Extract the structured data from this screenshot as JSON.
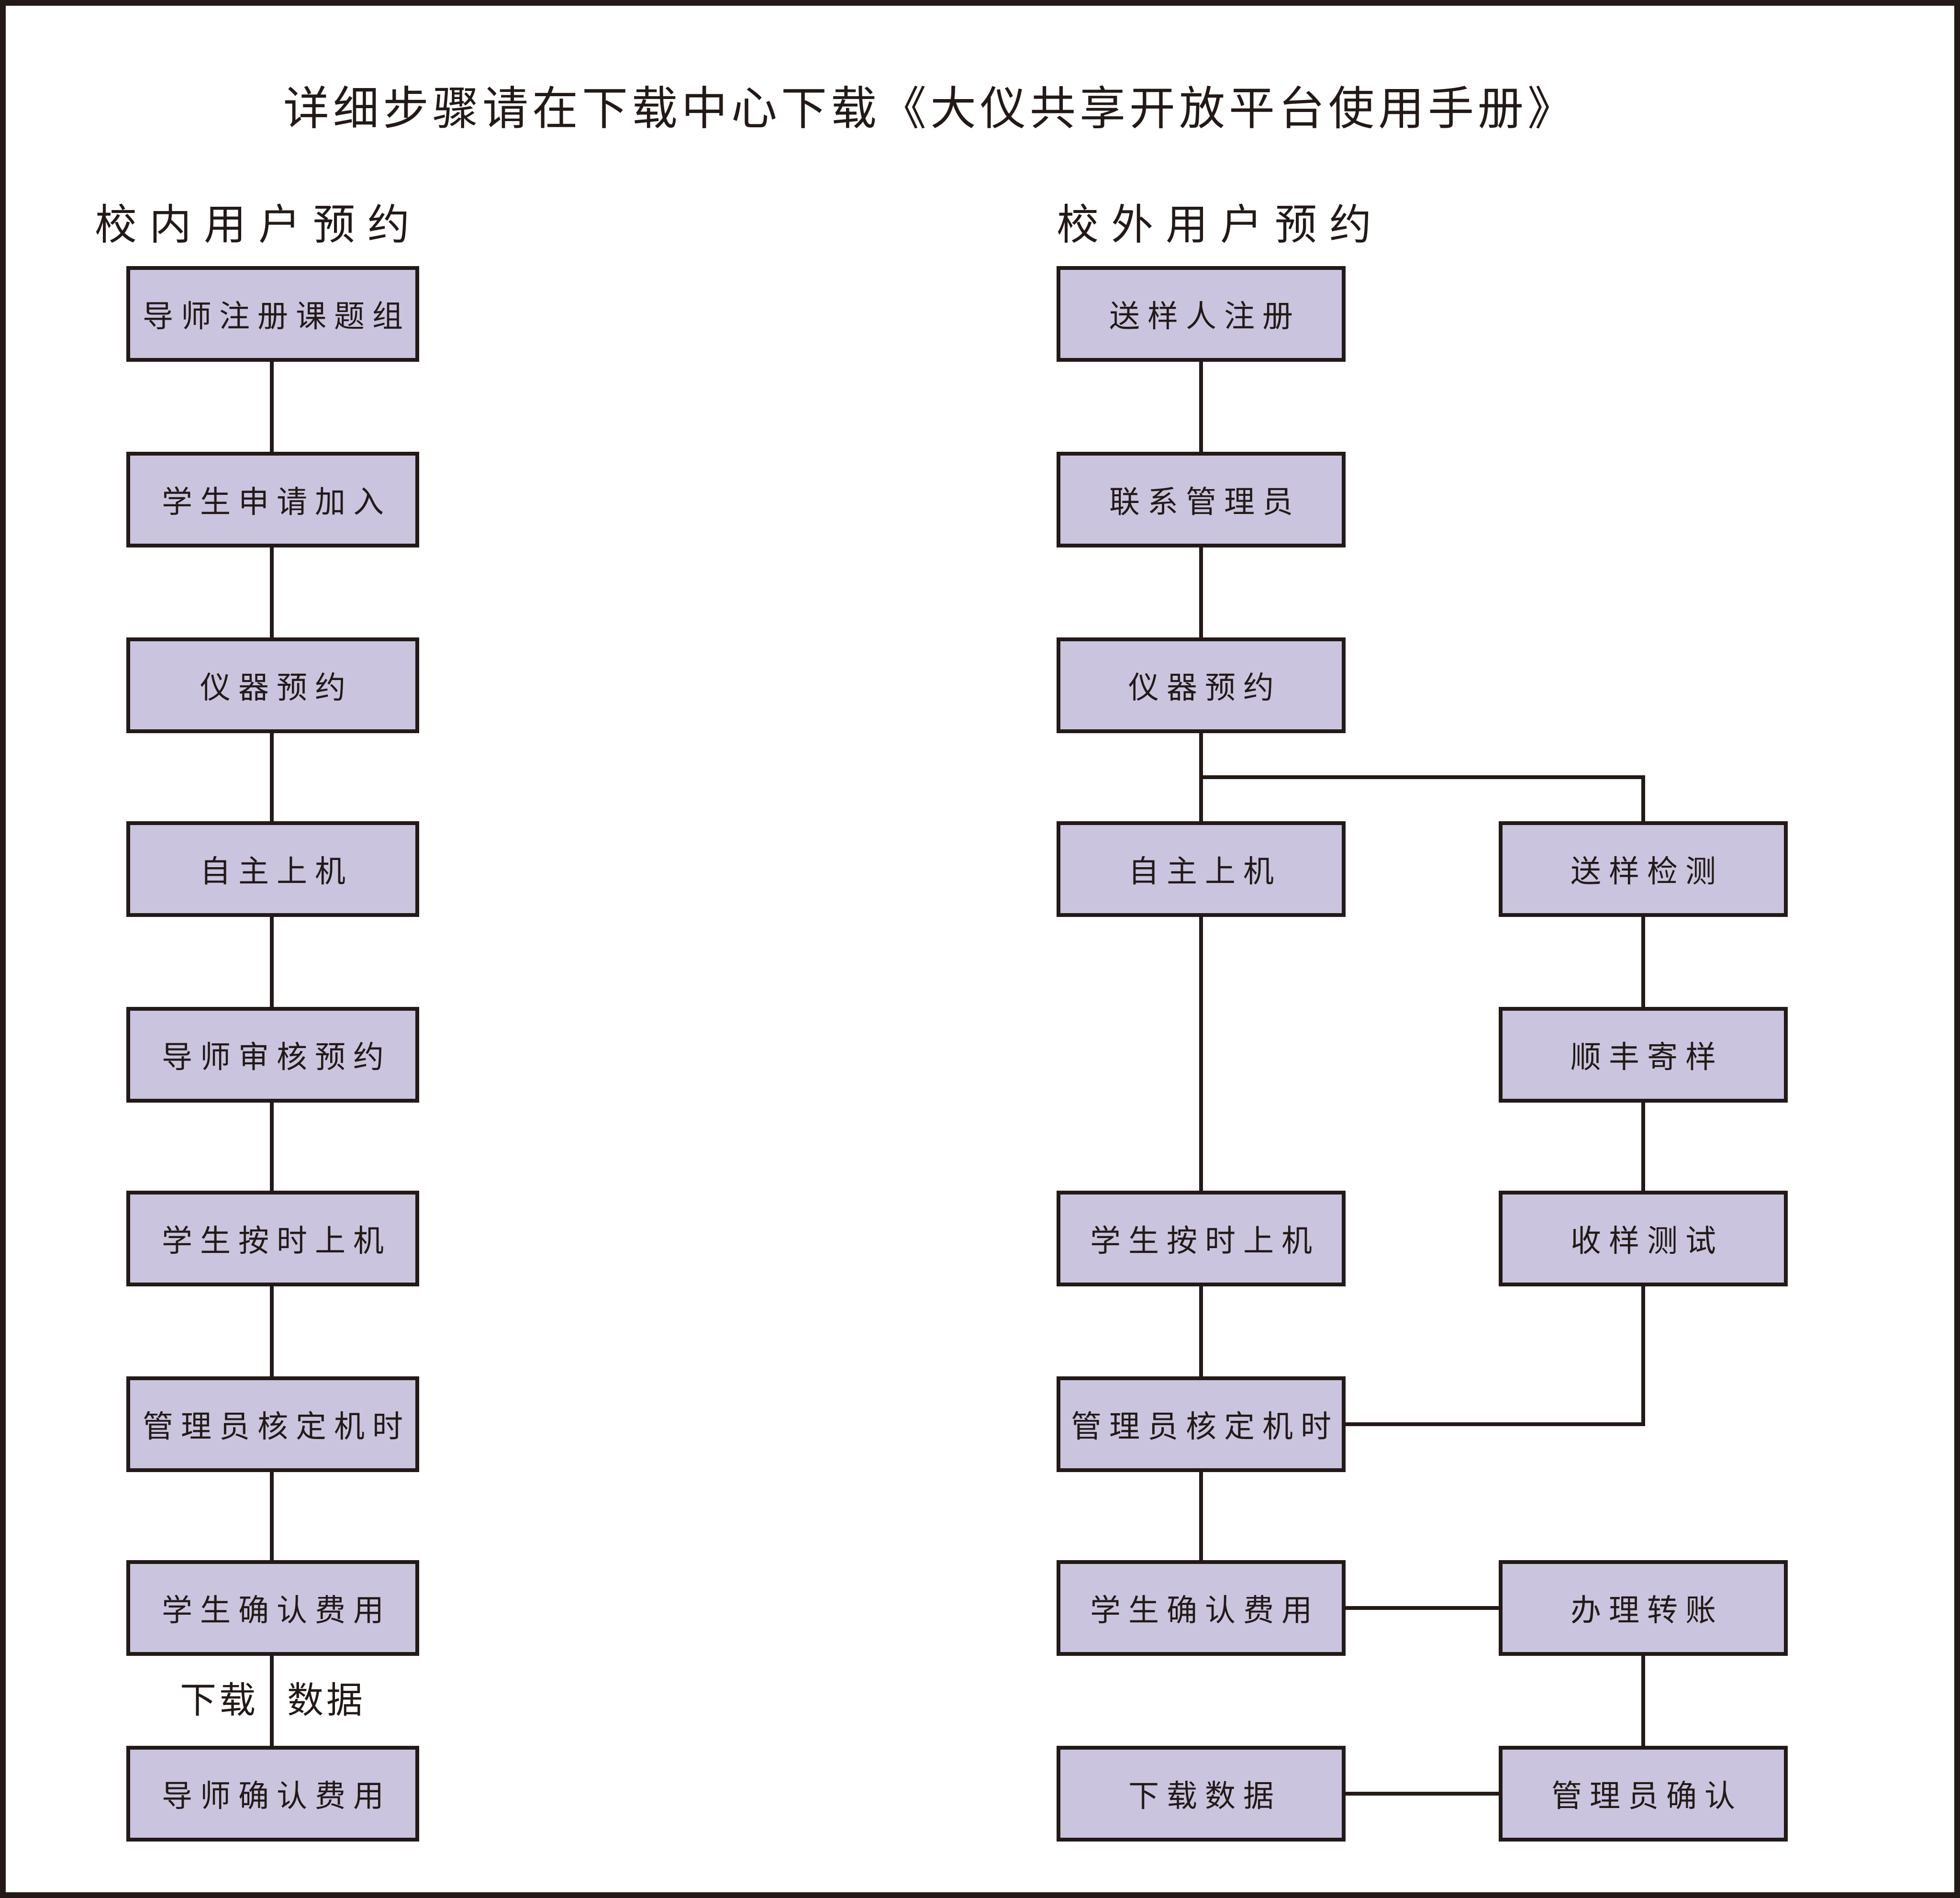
{
  "title": "详细步骤请在下载中心下载《大仪共享开放平台使用手册》",
  "colors": {
    "box_fill": "#cac4de",
    "box_border": "#231a17",
    "connector": "#231a17",
    "text": "#231a17",
    "frame": "#231a17",
    "background": "#ffffff"
  },
  "campus": {
    "header": "校内用户预约",
    "nodes": [
      "导师注册课题组",
      "学生申请加入",
      "仪器预约",
      "自主上机",
      "导师审核预约",
      "学生按时上机",
      "管理员核定机时",
      "学生确认费用",
      "导师确认费用"
    ],
    "edge_label_left": "下载",
    "edge_label_right": "数据"
  },
  "external": {
    "header": "校外用户预约",
    "main_nodes": [
      "送样人注册",
      "联系管理员",
      "仪器预约",
      "自主上机",
      "学生按时上机",
      "管理员核定机时",
      "学生确认费用",
      "下载数据"
    ],
    "branch_nodes": [
      "送样检测",
      "顺丰寄样",
      "收样测试",
      "办理转账",
      "管理员确认"
    ]
  }
}
